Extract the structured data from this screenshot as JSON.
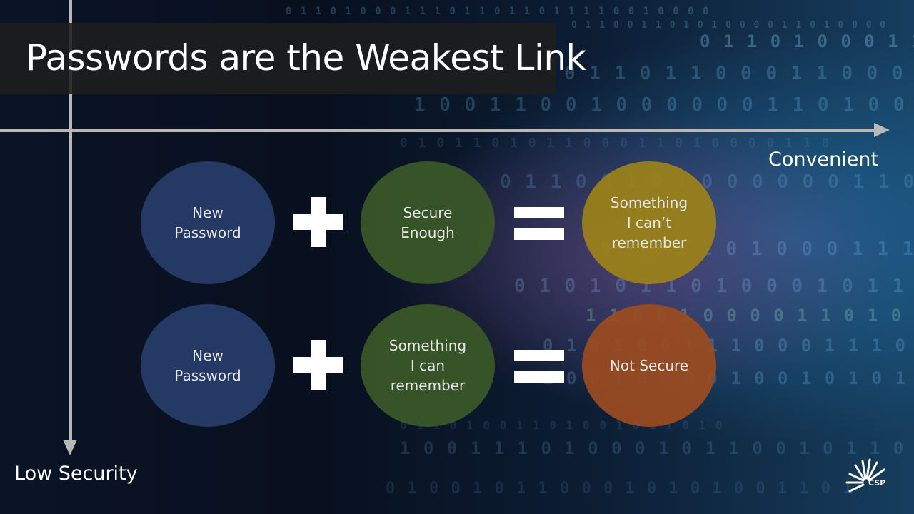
{
  "slide": {
    "title": "Passwords are the Weakest Link",
    "x_axis_label": "Convenient",
    "y_axis_label": "Low Security",
    "logo_text": "CSP"
  },
  "rows": [
    {
      "left": [
        "New",
        "Password"
      ],
      "middle": [
        "Secure",
        "Enough"
      ],
      "right": [
        "Something",
        "I can’t",
        "remember"
      ]
    },
    {
      "left": [
        "New",
        "Password"
      ],
      "middle": [
        "Something",
        "I can",
        "remember"
      ],
      "right": [
        "Not Secure"
      ]
    }
  ],
  "colors": {
    "new_password": "#263c68",
    "secure_enough": "#3a5628",
    "something_i_can_remember": "#3a5628",
    "cant_remember": "#9c8218",
    "not_secure": "#9c4c20"
  },
  "background_digits": [
    "0 1 1 0 1 0 0 0 1 1 1 0 1 1 0 1 1 0 1 1 1 1 0 0 1 0 0 0 0",
    "0 1 1 0 0 1 1 0 1 0 1 0 0 0 0 1 1 0 1 0 0 0 0",
    "0 1 1 0 1 0 0 0 1 1 0 1 0 0 1 0 1",
    "1 0 0 1 1 0 0 1 0 0 0 0 0 0 1 1 0 1 0 0 1 0 1 1 1",
    "0 1 1 0 1 1 0 0 0 1 1 0 0 0 1 1 0 1 1 0",
    "0 1 0 1 1 0 1 0 1 1 0 0 0 1 1 0 1 0 0 0 0 1 1 0",
    "0 1 1 0 0 1 0 1 0 0 0 0 0 0 1 1 0 1 1",
    "0 0 1 1 1 0 1 0 0 0 1 1 1 0 0 1 1",
    "0 1 0 1 0 1 1 0 1 0 0 0 1 0 1 1 0 0 0",
    "1 1 0 0 1 0 0 0 0 1 1 0 1 0 0 1",
    "0 1 0 1 0 0 1 1 1 0 0 0 1 1 1 0 0 1 1",
    "1 0 0 1 0 1 0 0 1 0 0 1 0 1 0 1 0 0 0",
    "0 1 1 0 1 0 0 1 1 0 1 0 0 1 0 1 1 0 1 0",
    "1 0 0 1 1 1 0 1 0 0 0 1 0 1 1 0 0 1 0 1 1 0",
    "0 1 0 0 1 0 1 1 0 0 0 1 0 1 0 1 0 0 1 1 0 1"
  ]
}
